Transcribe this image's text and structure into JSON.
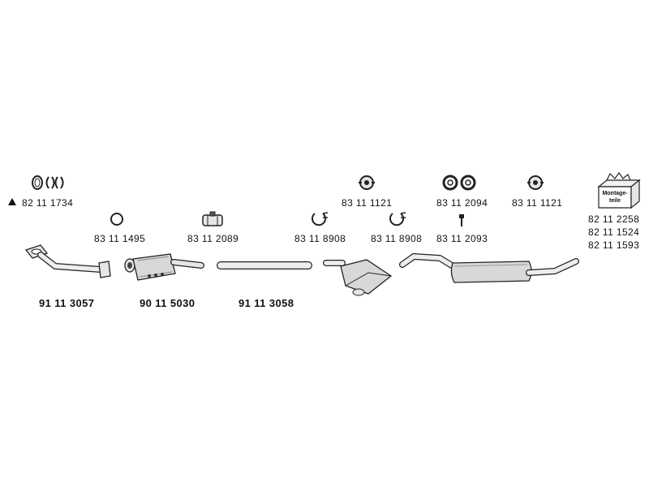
{
  "parts": {
    "gasket_set": "82 11 1734",
    "ring_small": "83 11 1495",
    "clamp_a": "83 11 2089",
    "clamp_b": "83 11 8908",
    "clamp_c": "83 11 8908",
    "rubber_mount_a": "83 11 1121",
    "rubber_mount_pair": "83 11 2094",
    "rubber_mount_b": "83 11 1121",
    "bolt": "83 11 2093",
    "mounting_kit_1": "82 11 2258",
    "mounting_kit_2": "82 11 1524",
    "mounting_kit_3": "82 11 1593",
    "front_pipe": "91 11 3057",
    "catalytic_converter": "90 11 5030",
    "middle_pipe": "91 11 3058"
  },
  "kit_box_text": [
    "Montage-",
    "teile"
  ],
  "colors": {
    "line": "#222222",
    "fill": "#e6e6e6",
    "dark": "#555555"
  }
}
